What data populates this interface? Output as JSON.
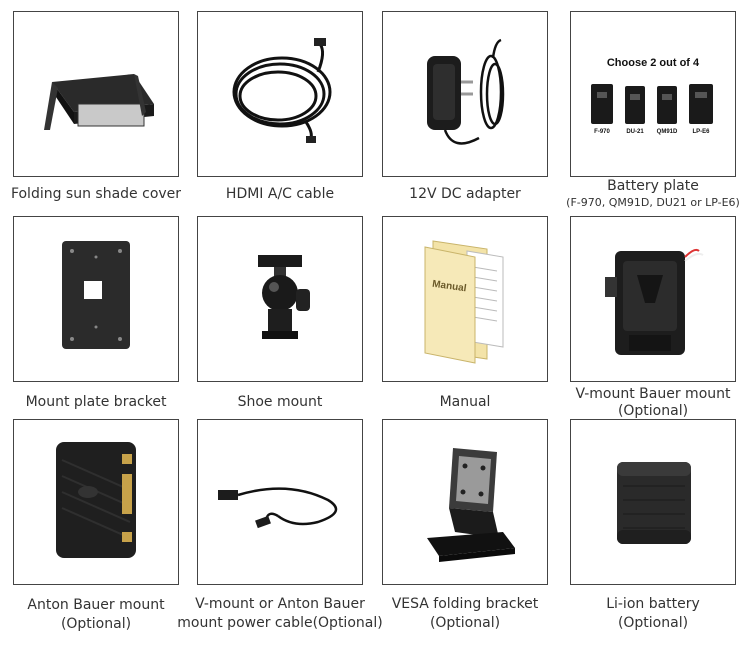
{
  "items": [
    {
      "id": "sunshade",
      "caption": [
        "Folding sun shade cover"
      ],
      "icon": "sun-shade-icon"
    },
    {
      "id": "hdmi",
      "caption": [
        "HDMI A/C cable"
      ],
      "icon": "hdmi-cable-icon"
    },
    {
      "id": "adapter",
      "caption": [
        "12V DC adapter"
      ],
      "icon": "dc-adapter-icon"
    },
    {
      "id": "battery-plate",
      "caption": [
        "Battery plate",
        "(F-970, QM91D, DU21 or LP-E6)"
      ],
      "icon": "battery-plate-icon",
      "inner": {
        "heading": "Choose 2 out of 4",
        "labels": [
          "F-970",
          "DU-21",
          "QM91D",
          "LP-E6"
        ]
      }
    },
    {
      "id": "mount-plate",
      "caption": [
        "Mount plate bracket"
      ],
      "icon": "mount-plate-icon"
    },
    {
      "id": "shoe-mount",
      "caption": [
        "Shoe mount"
      ],
      "icon": "shoe-mount-icon"
    },
    {
      "id": "manual",
      "caption": [
        "Manual"
      ],
      "icon": "manual-folder-icon",
      "inner": {
        "label": "Manual"
      }
    },
    {
      "id": "v-mount",
      "caption": [
        "V-mount Bauer mount",
        "(Optional)"
      ],
      "icon": "v-mount-icon"
    },
    {
      "id": "anton-bauer",
      "caption": [
        "Anton Bauer mount",
        "(Optional)"
      ],
      "icon": "anton-bauer-icon"
    },
    {
      "id": "power-cable",
      "caption": [
        "V-mount or Anton Bauer",
        "mount power cable(Optional)"
      ],
      "icon": "power-cable-icon"
    },
    {
      "id": "vesa",
      "caption": [
        "VESA folding bracket",
        "(Optional)"
      ],
      "icon": "vesa-bracket-icon"
    },
    {
      "id": "li-ion",
      "caption": [
        "Li-ion battery",
        "(Optional)"
      ],
      "icon": "li-ion-battery-icon"
    }
  ]
}
